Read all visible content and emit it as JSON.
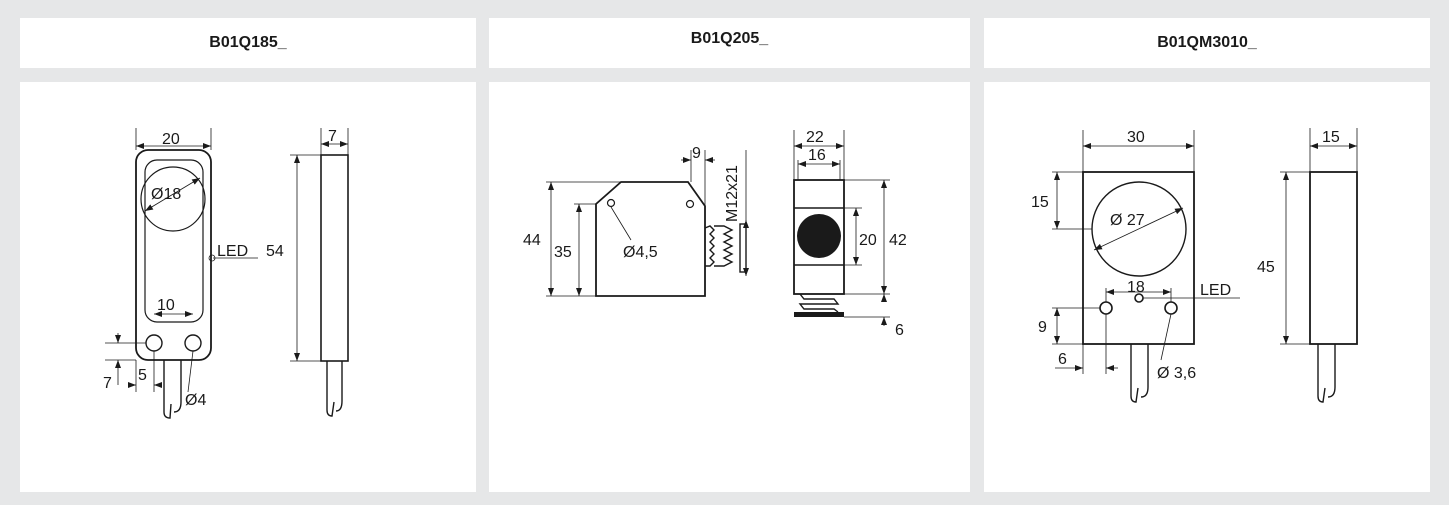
{
  "panels": [
    {
      "title": "B01Q185_",
      "dims": {
        "width": "20",
        "lens": "Ø18",
        "led": "LED",
        "height": "54",
        "depth": "7",
        "hole_spacing": "10",
        "hole_offset_y": "7",
        "hole_offset_x": "5",
        "hole": "Ø4"
      }
    },
    {
      "title": "B01Q205_",
      "dims": {
        "thread_len": "9",
        "thread": "M12x21",
        "height": "44",
        "height_inner": "35",
        "hole": "Ø4,5",
        "width": "22",
        "width_inner": "16",
        "lens": "20",
        "total": "42",
        "bottom": "6"
      }
    },
    {
      "title": "B01QM3010_",
      "dims": {
        "width": "30",
        "depth": "15",
        "lens_offset": "15",
        "lens": "Ø 27",
        "hole_spacing": "18",
        "led": "LED",
        "height": "45",
        "hole_offset_y": "9",
        "hole_offset_x": "6",
        "hole": "Ø 3,6"
      }
    }
  ]
}
